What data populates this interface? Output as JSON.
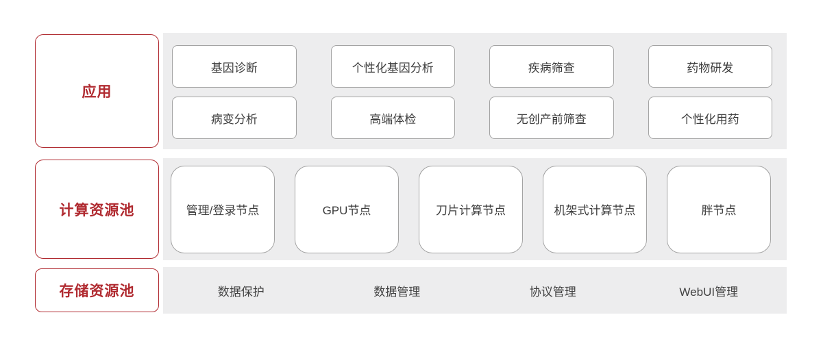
{
  "diagram": {
    "accent_color": "#B02A30",
    "panel_bg_color": "#EDEDEE",
    "box_border_color": "#A3A3A3",
    "layers": [
      {
        "label": "应用",
        "items": [
          "基因诊断",
          "个性化基因分析",
          "疾病筛查",
          "药物研发",
          "病变分析",
          "高端体检",
          "无创产前筛查",
          "个性化用药"
        ]
      },
      {
        "label": "计算资源池",
        "items": [
          "管理/登录节点",
          "GPU节点",
          "刀片计算节点",
          "机架式计算节点",
          "胖节点"
        ]
      },
      {
        "label": "存储资源池",
        "items": [
          "数据保护",
          "数据管理",
          "协议管理",
          "WebUI管理"
        ]
      }
    ]
  }
}
